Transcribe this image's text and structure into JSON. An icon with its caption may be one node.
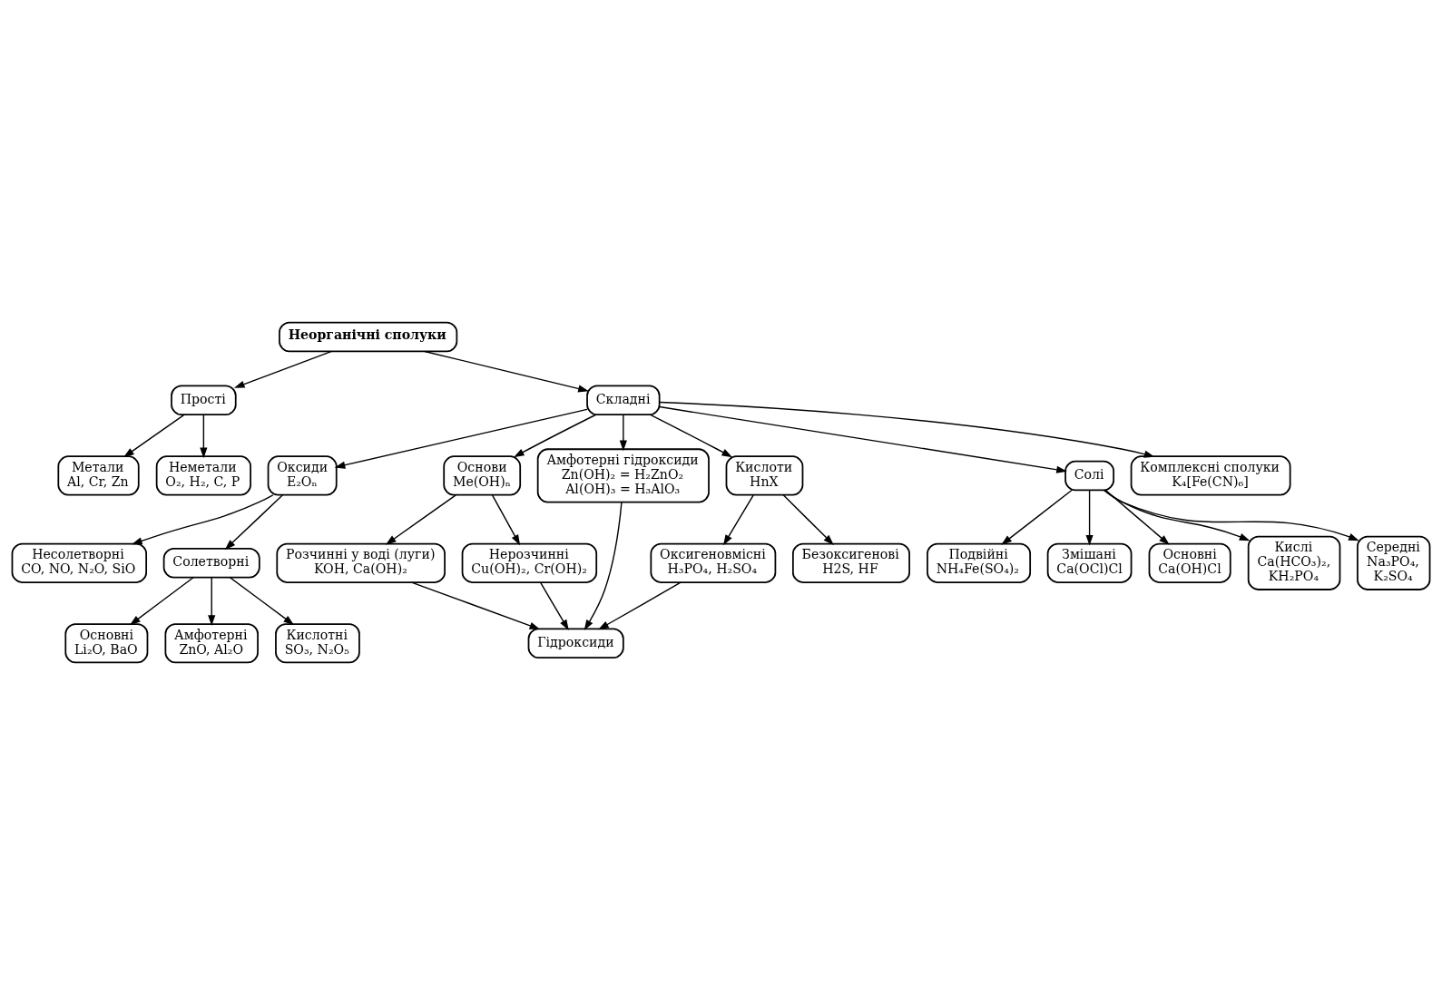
{
  "diagram": {
    "nodes": [
      {
        "text": [
          "Неорганічні сполуки"
        ]
      },
      {
        "text": [
          "Прості"
        ]
      },
      {
        "text": [
          "Складні"
        ]
      },
      {
        "text": [
          "Метали",
          "Al, Cr, Zn"
        ]
      },
      {
        "text": [
          "Неметали",
          "O₂, H₂, C, P"
        ]
      },
      {
        "text": [
          "Оксиди",
          "E₂Oₙ"
        ]
      },
      {
        "text": [
          "Основи",
          "Me(OH)ₙ"
        ]
      },
      {
        "text": [
          "Амфотерні гідроксиди",
          "Zn(OH)₂ = H₂ZnO₂",
          "Al(OH)₃ = H₃AlO₃"
        ]
      },
      {
        "text": [
          "Кислоти",
          "HnX"
        ]
      },
      {
        "text": [
          "Солі"
        ]
      },
      {
        "text": [
          "Несолетворні",
          "CO, NO, N₂O, SiO"
        ]
      },
      {
        "text": [
          "Солетворні"
        ]
      },
      {
        "text": [
          "Основні",
          "Li₂O, BaO"
        ]
      },
      {
        "text": [
          "Амфотерні",
          "ZnO, Al₂O"
        ]
      },
      {
        "text": [
          "Кислотні",
          "SO₃, N₂O₅"
        ]
      },
      {
        "text": [
          "Розчинні у воді (луги)",
          "KOH, Ca(OH)₂"
        ]
      },
      {
        "text": [
          "Нерозчинні",
          "Cu(OH)₂, Cr(OH)₂"
        ]
      },
      {
        "text": [
          "Оксигеновмісні",
          "H₃PO₄, H₂SO₄"
        ]
      },
      {
        "text": [
          "Безоксигенові",
          "H2S, HF"
        ]
      },
      {
        "text": [
          "Гідроксиди"
        ]
      },
      {
        "text": [
          "Комплексні сполуки",
          "K₄[Fe(CN)₆]"
        ]
      },
      {
        "text": [
          "Подвійні",
          "NH₄Fe(SO₄)₂"
        ]
      },
      {
        "text": [
          "Змішані",
          "Ca(OCl)Cl"
        ]
      },
      {
        "text": [
          "Основні",
          "Ca(OH)Cl"
        ]
      },
      {
        "text": [
          "Кислі",
          "Ca(HCO₃)₂,",
          "KH₂PO₄"
        ]
      },
      {
        "text": [
          "Середні",
          "Na₃PO₄,",
          "K₂SO₄"
        ]
      }
    ],
    "edges": [
      {
        "from": 0,
        "to": 1,
        "arrow": "to"
      },
      {
        "from": 0,
        "to": 2,
        "arrow": "to"
      },
      {
        "from": 1,
        "to": 3,
        "arrow": "to"
      },
      {
        "from": 1,
        "to": 4,
        "arrow": "to"
      },
      {
        "from": 2,
        "to": 5,
        "arrow": "to"
      },
      {
        "from": 2,
        "to": 6,
        "arrow": "to"
      },
      {
        "from": 2,
        "to": 7,
        "arrow": "to"
      },
      {
        "from": 2,
        "to": 8,
        "arrow": "to"
      },
      {
        "from": 2,
        "to": 9,
        "arrow": "to"
      },
      {
        "from": 2,
        "to": 20,
        "arrow": "to"
      },
      {
        "from": 5,
        "to": 10,
        "arrow": "to"
      },
      {
        "from": 5,
        "to": 11,
        "arrow": "to"
      },
      {
        "from": 11,
        "to": 12,
        "arrow": "to"
      },
      {
        "from": 11,
        "to": 13,
        "arrow": "to"
      },
      {
        "from": 11,
        "to": 14,
        "arrow": "to"
      },
      {
        "from": 6,
        "to": 15,
        "arrow": "to"
      },
      {
        "from": 6,
        "to": 16,
        "arrow": "to"
      },
      {
        "from": 8,
        "to": 17,
        "arrow": "to"
      },
      {
        "from": 8,
        "to": 18,
        "arrow": "to"
      },
      {
        "from": 15,
        "to": 19,
        "arrow": "to"
      },
      {
        "from": 16,
        "to": 19,
        "arrow": "to"
      },
      {
        "from": 7,
        "to": 19,
        "arrow": "to"
      },
      {
        "from": 17,
        "to": 19,
        "arrow": "to"
      },
      {
        "from": 9,
        "to": 22,
        "arrow": "to"
      },
      {
        "from": 9,
        "to": 21,
        "arrow": "to"
      },
      {
        "from": 9,
        "to": 23,
        "arrow": "to"
      },
      {
        "from": 9,
        "to": 24,
        "arrow": "to"
      },
      {
        "from": 9,
        "to": 25,
        "arrow": "to"
      }
    ]
  }
}
